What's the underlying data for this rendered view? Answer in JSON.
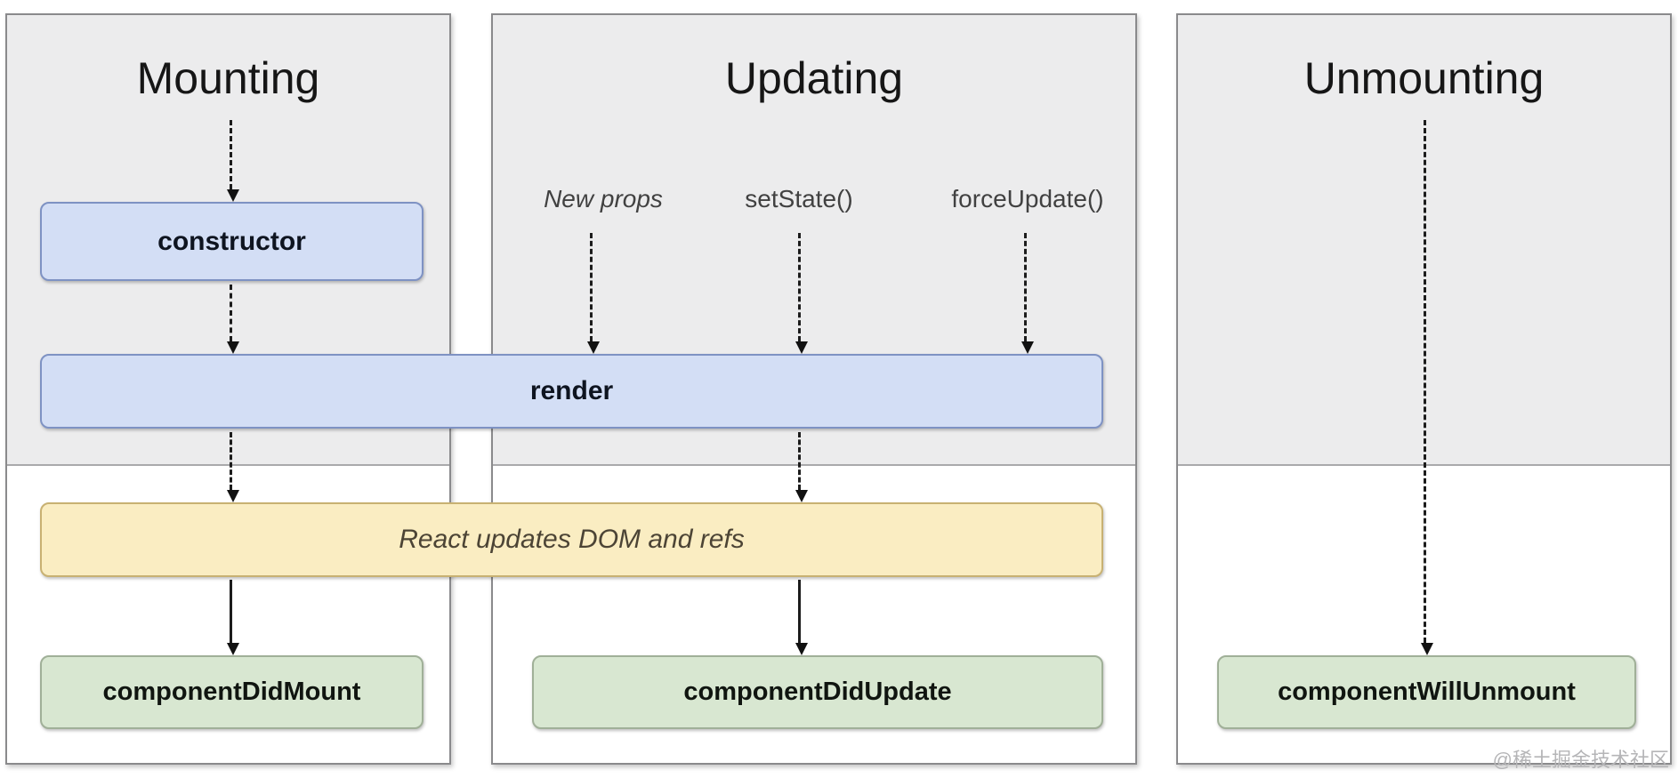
{
  "diagram": {
    "panels": [
      {
        "title": "Mounting"
      },
      {
        "title": "Updating"
      },
      {
        "title": "Unmounting"
      }
    ],
    "boxes": {
      "constructor": "constructor",
      "render": "render",
      "react_updates": "React updates DOM and refs",
      "component_did_mount": "componentDidMount",
      "component_did_update": "componentDidUpdate",
      "component_will_unmount": "componentWillUnmount"
    },
    "update_triggers": [
      {
        "label": "New props"
      },
      {
        "label": "setState()"
      },
      {
        "label": "forceUpdate()"
      }
    ],
    "watermark": "@稀土掘金技术社区",
    "colors": {
      "panel_top_bg": "#ececed",
      "panel_border": "#8a8a8c",
      "lifecycle_box_fill": "#d3def5",
      "lifecycle_box_border": "#7e92c3",
      "side_effect_box_fill": "#faedc2",
      "side_effect_box_border": "#c8b172",
      "commit_box_fill": "#d8e7d1",
      "commit_box_border": "#a0b098",
      "arrow_color": "#1c1c1c"
    }
  }
}
